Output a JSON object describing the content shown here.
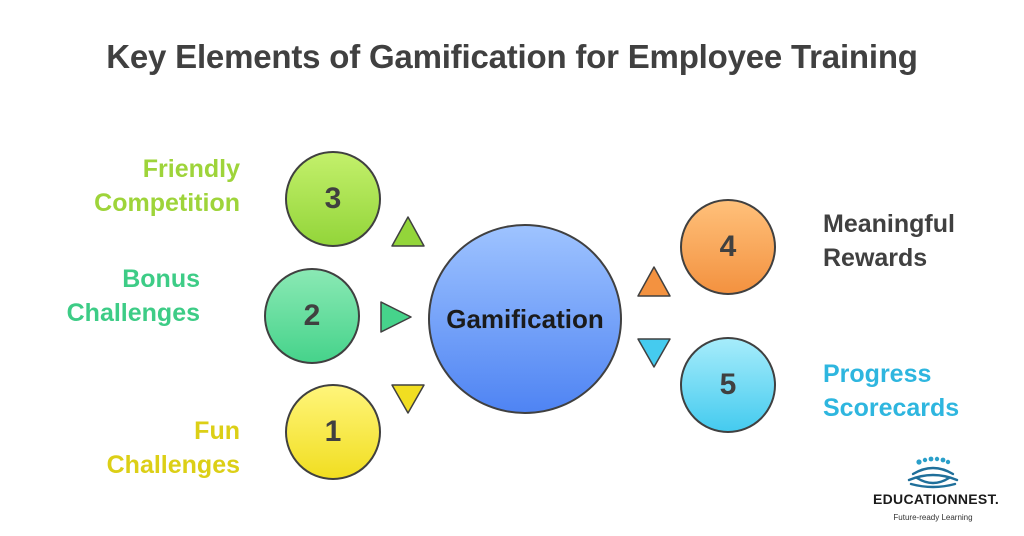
{
  "title": "Key Elements of Gamification for Employee Training",
  "center": {
    "label": "Gamification",
    "color_top": "#9ec3ff",
    "color_bottom": "#4f84f3"
  },
  "elements": [
    {
      "number": "1",
      "line1": "Fun",
      "line2": "Challenges",
      "color": "#dccf16",
      "fill_top": "#fff57a",
      "fill_bottom": "#f1de21"
    },
    {
      "number": "2",
      "line1": "Bonus",
      "line2": "Challenges",
      "color": "#3dcc86",
      "fill_top": "#8ae9b4",
      "fill_bottom": "#46d38b"
    },
    {
      "number": "3",
      "line1": "Friendly",
      "line2": "Competition",
      "color": "#9ed43a",
      "fill_top": "#c3f06b",
      "fill_bottom": "#93d53a"
    },
    {
      "number": "4",
      "line1": "Meaningful",
      "line2": "Rewards",
      "color": "#404040",
      "fill_top": "#ffc07a",
      "fill_bottom": "#f39240"
    },
    {
      "number": "5",
      "line1": "Progress",
      "line2": "Scorecards",
      "color": "#2eb6df",
      "fill_top": "#a6ecfb",
      "fill_bottom": "#45cbef"
    }
  ],
  "logo": {
    "brand": "EDUCATIONNEST.",
    "tagline": "Future-ready Learning",
    "icon": "bird-nest-logo-icon"
  }
}
